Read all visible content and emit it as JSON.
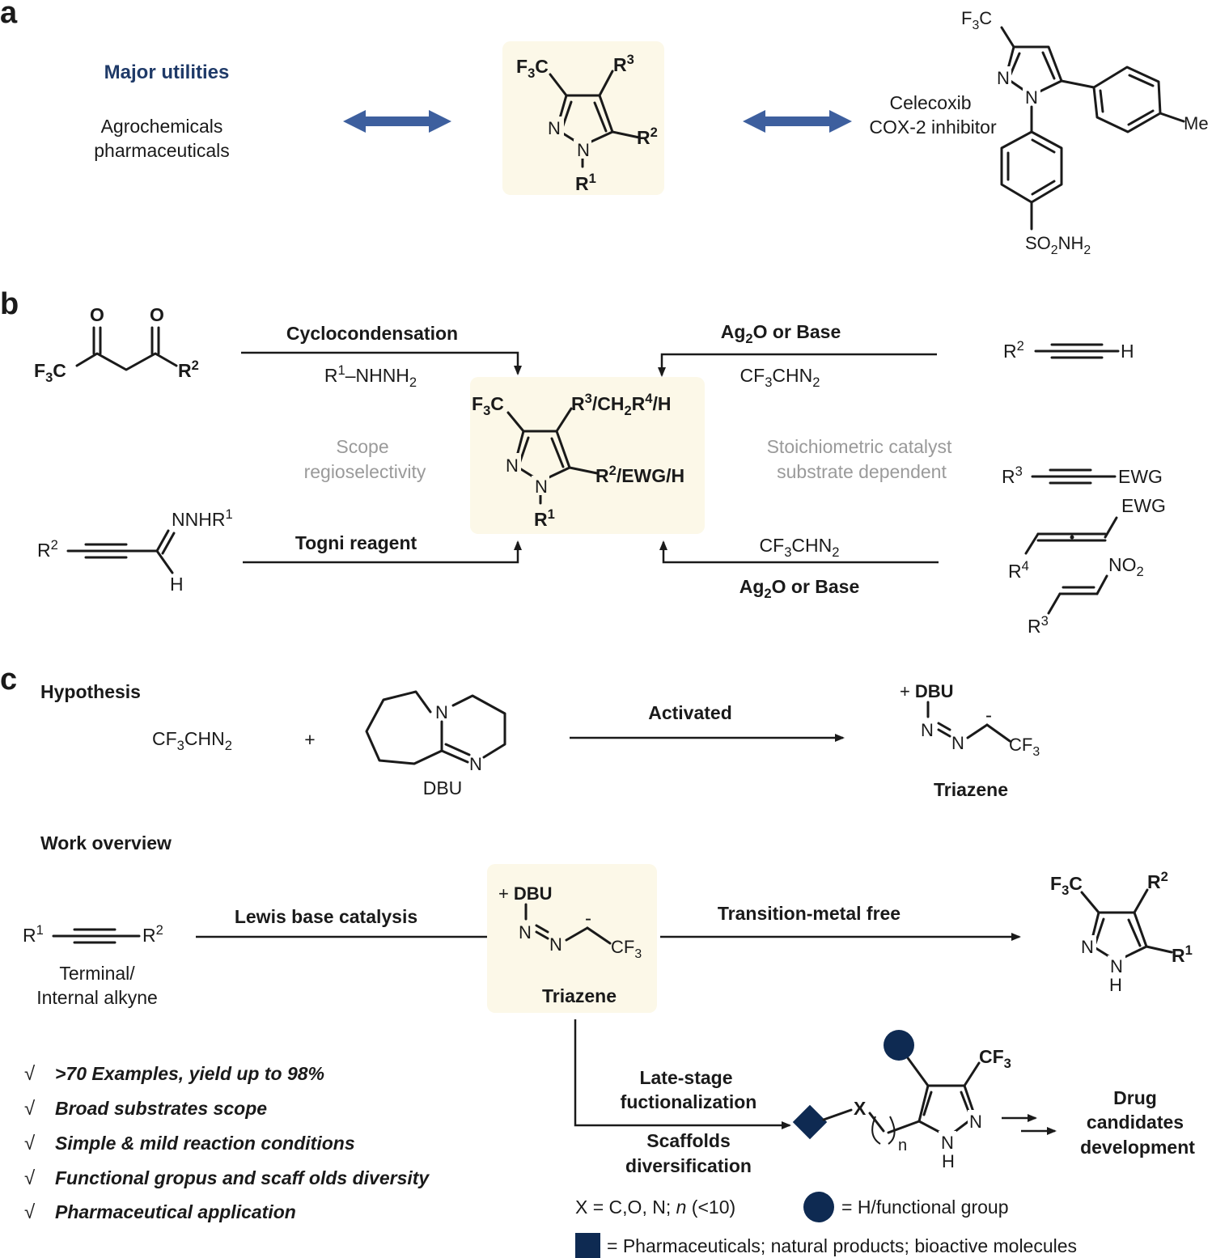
{
  "panels": {
    "a": "a",
    "b": "b",
    "c": "c"
  },
  "a": {
    "utilities_title": "Major utilities",
    "utilities_line1": "Agrochemicals",
    "utilities_line2": "pharmaceuticals",
    "celecoxib_name": "Celecoxib",
    "celecoxib_desc": "COX-2 inhibitor",
    "me": "Me",
    "n": "N",
    "colors": {
      "accent": "#1f3a68",
      "arrow": "#3d5f9e",
      "highlight": "#fcf8e8"
    }
  },
  "b": {
    "top_left_label": "Cyclocondensation",
    "top_right_label": "Ag",
    "top_right_label_tail": "O or Base",
    "bottom_left_label": "Togni reagent",
    "bottom_right_label": "Ag",
    "bottom_right_label_tail": "O or Base",
    "left_note_1": "Scope",
    "left_note_2": "regioselectivity",
    "right_note_1": "Stoichiometric catalyst",
    "right_note_2": "substrate dependent",
    "o": "O",
    "ewg": "EWG",
    "h": "H",
    "nnhr": "NNHR"
  },
  "c": {
    "hypothesis": "Hypothesis",
    "plus": "+",
    "dbu": "DBU",
    "activated": "Activated",
    "triazene": "Triazene",
    "work_overview": "Work overview",
    "lewis_base": "Lewis base catalysis",
    "transition_metal_free": "Transition-metal free",
    "alkyne_caption_1": "Terminal/",
    "alkyne_caption_2": "Internal alkyne",
    "late_stage_1": "Late-stage",
    "late_stage_2": "fuctionalization",
    "scaffolds_1": "Scaffolds",
    "scaffolds_2": "diversification",
    "drug_1": "Drug",
    "drug_2": "candidates",
    "drug_3": "development",
    "check_mark": "√",
    "features": [
      ">70 Examples, yield up to 98%",
      "Broad substrates scope",
      "Simple & mild reaction conditions",
      "Functional gropus and scaff olds diversity",
      "Pharmaceutical application"
    ],
    "legend_x": "X = C,O, N; ",
    "legend_n": "n",
    "legend_n_tail": " (<10)",
    "legend_circle": "= H/functional group",
    "legend_square": "= Pharmaceuticals; natural products; bioactive molecules",
    "x": "X",
    "minus": "-",
    "nh_n": "N",
    "nh_h": "H"
  }
}
